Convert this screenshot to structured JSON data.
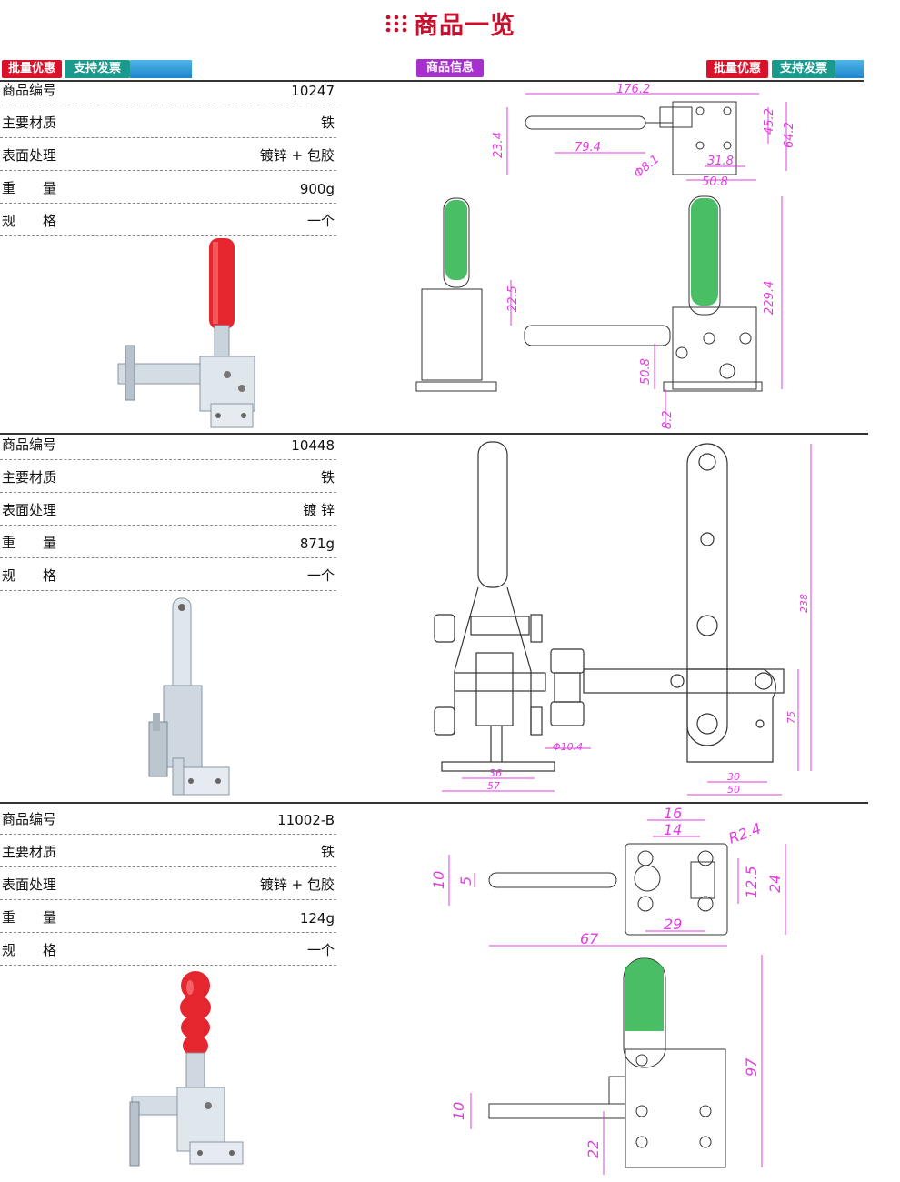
{
  "page": {
    "title": "商品一览"
  },
  "header": {
    "tag_bulk": "批量优惠",
    "tag_invoice": "支持发票",
    "tag_info": "商品信息",
    "tag_bulk_right": "批量优惠",
    "tag_invoice_right": "支持发票"
  },
  "colors": {
    "title_red": "#c8102e",
    "tag_red": "#d9122a",
    "tag_teal": "#1a9a8c",
    "tag_purple": "#a72fd0",
    "dim_magenta": "#e23de0",
    "grip_green": "#29b34a",
    "handle_red": "#e5262e"
  },
  "products": [
    {
      "specs": [
        {
          "label": "商品编号",
          "value": "10247"
        },
        {
          "label": "主要材质",
          "value": "铁"
        },
        {
          "label": "表面处理",
          "value": "镀锌 + 包胶"
        },
        {
          "label": "重　　量",
          "value": "900g"
        },
        {
          "label": "规　　格",
          "value": "一个"
        }
      ],
      "dimensions": [
        "176.2",
        "79.4",
        "23.4",
        "Φ8.1",
        "31.8",
        "50.8",
        "45.2",
        "64.2",
        "22.5",
        "229.4",
        "50.8",
        "8.2"
      ]
    },
    {
      "specs": [
        {
          "label": "商品编号",
          "value": "10448"
        },
        {
          "label": "主要材质",
          "value": "铁"
        },
        {
          "label": "表面处理",
          "value": "镀 锌"
        },
        {
          "label": "重　　量",
          "value": "871g"
        },
        {
          "label": "规　　格",
          "value": "一个"
        }
      ],
      "dimensions": [
        "36",
        "57",
        "Φ10.4",
        "238",
        "75",
        "30",
        "50"
      ]
    },
    {
      "specs": [
        {
          "label": "商品编号",
          "value": "11002-B"
        },
        {
          "label": "主要材质",
          "value": "铁"
        },
        {
          "label": "表面处理",
          "value": "镀锌 + 包胶"
        },
        {
          "label": "重　　量",
          "value": "124g"
        },
        {
          "label": "规　　格",
          "value": "一个"
        }
      ],
      "dimensions": [
        "16",
        "14",
        "R2.4",
        "10",
        "5",
        "12.5",
        "24",
        "67",
        "29",
        "97",
        "10",
        "22"
      ]
    }
  ]
}
